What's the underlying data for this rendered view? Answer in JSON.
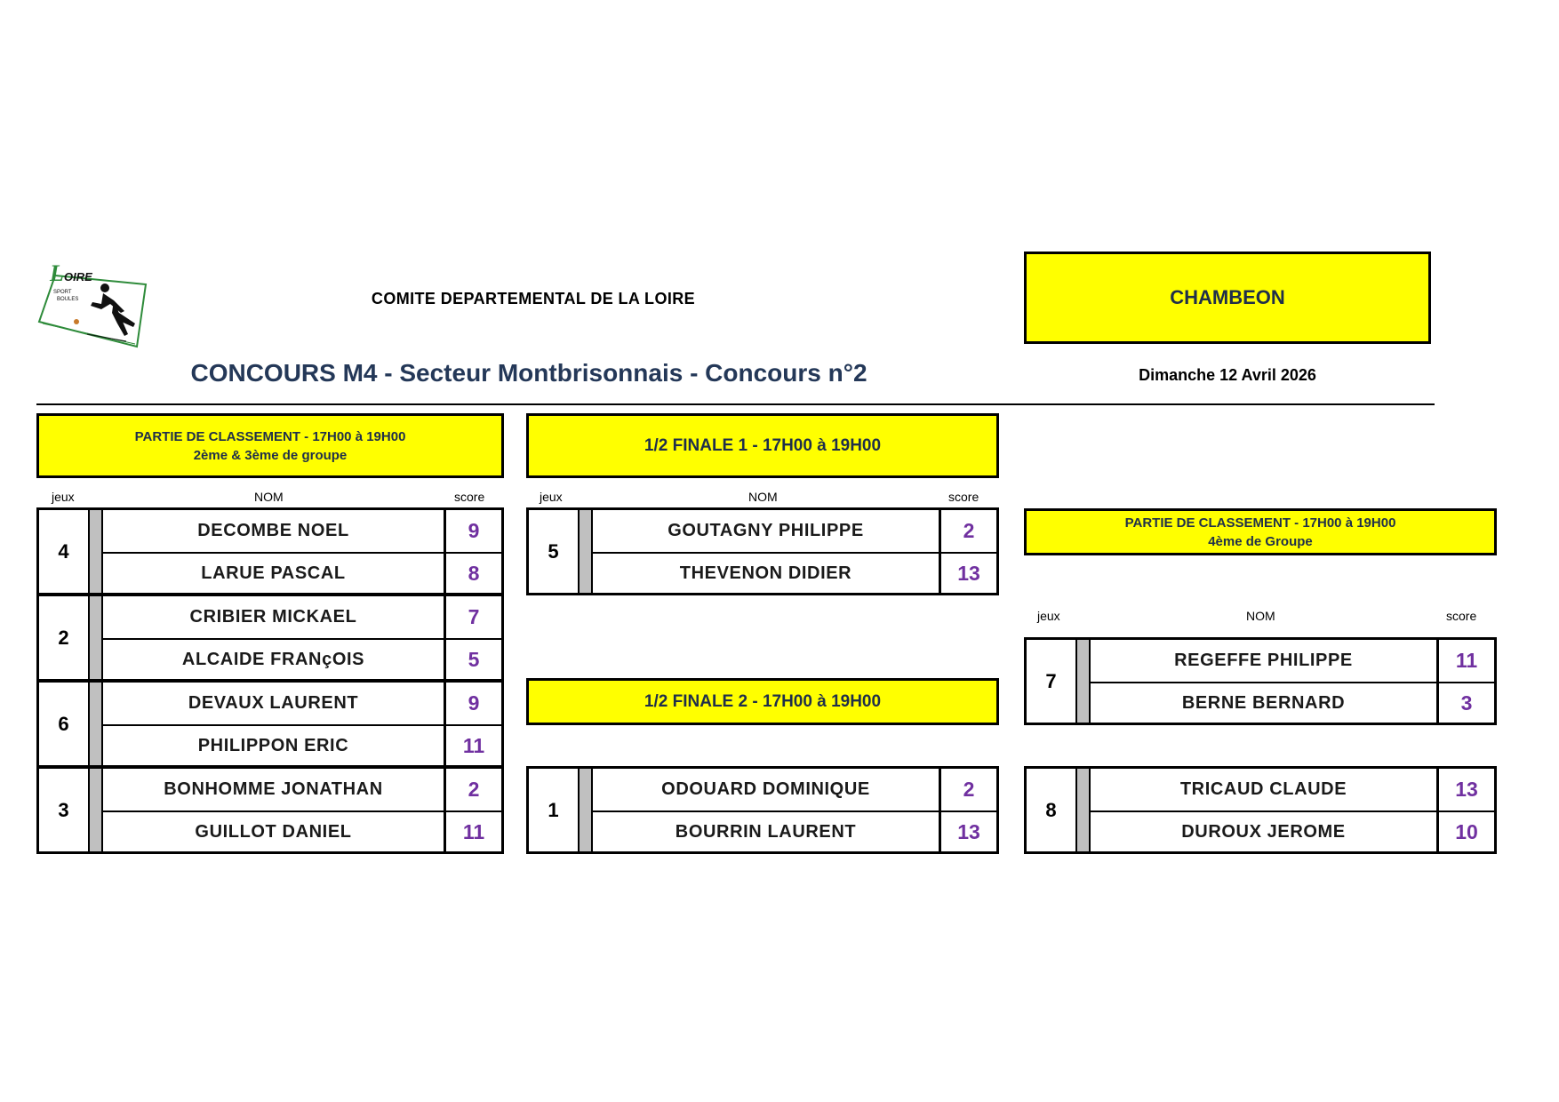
{
  "header": {
    "logo": {
      "text_main": "LOIRE",
      "text_sub1": "SPORT",
      "text_sub2": "BOULES",
      "colors": {
        "green": "#2e8b3a",
        "ink": "#111111"
      }
    },
    "organization": "COMITE DEPARTEMENTAL DE LA LOIRE",
    "venue": "CHAMBEON",
    "title": "CONCOURS M4 - Secteur Montbrisonnais - Concours n°2",
    "date": "Dimanche 12 Avril 2026"
  },
  "columns": {
    "jeux": "jeux",
    "nom": "NOM",
    "score": "score"
  },
  "sections": {
    "classement_a": {
      "line1": "PARTIE DE CLASSEMENT - 17H00 à 19H00",
      "line2": "2ème & 3ème de groupe",
      "matches": [
        {
          "jeux": "4",
          "teams": [
            {
              "name": "DECOMBE NOEL",
              "score": "9"
            },
            {
              "name": "LARUE PASCAL",
              "score": "8"
            }
          ]
        },
        {
          "jeux": "2",
          "teams": [
            {
              "name": "CRIBIER MICKAEL",
              "score": "7"
            },
            {
              "name": "ALCAIDE FRANçOIS",
              "score": "5"
            }
          ]
        },
        {
          "jeux": "6",
          "teams": [
            {
              "name": "DEVAUX LAURENT",
              "score": "9"
            },
            {
              "name": "PHILIPPON ERIC",
              "score": "11"
            }
          ]
        },
        {
          "jeux": "3",
          "teams": [
            {
              "name": "BONHOMME JONATHAN",
              "score": "2"
            },
            {
              "name": "GUILLOT DANIEL",
              "score": "11"
            }
          ]
        }
      ]
    },
    "semi1": {
      "line1": "1/2 FINALE 1 - 17H00 à 19H00",
      "matches": [
        {
          "jeux": "5",
          "teams": [
            {
              "name": "GOUTAGNY PHILIPPE",
              "score": "2"
            },
            {
              "name": "THEVENON DIDIER",
              "score": "13"
            }
          ]
        }
      ]
    },
    "semi2": {
      "line1": "1/2 FINALE 2 - 17H00 à 19H00",
      "matches": [
        {
          "jeux": "1",
          "teams": [
            {
              "name": "ODOUARD DOMINIQUE",
              "score": "2"
            },
            {
              "name": "BOURRIN LAURENT",
              "score": "13"
            }
          ]
        }
      ]
    },
    "classement_b": {
      "line1": "PARTIE DE CLASSEMENT - 17H00 à 19H00",
      "line2": "4ème de Groupe",
      "matches": [
        {
          "jeux": "7",
          "teams": [
            {
              "name": "REGEFFE PHILIPPE",
              "score": "11"
            },
            {
              "name": "BERNE BERNARD",
              "score": "3"
            }
          ]
        },
        {
          "jeux": "8",
          "teams": [
            {
              "name": "TRICAUD CLAUDE",
              "score": "13"
            },
            {
              "name": "DUROUX JEROME",
              "score": "10"
            }
          ]
        }
      ]
    }
  }
}
